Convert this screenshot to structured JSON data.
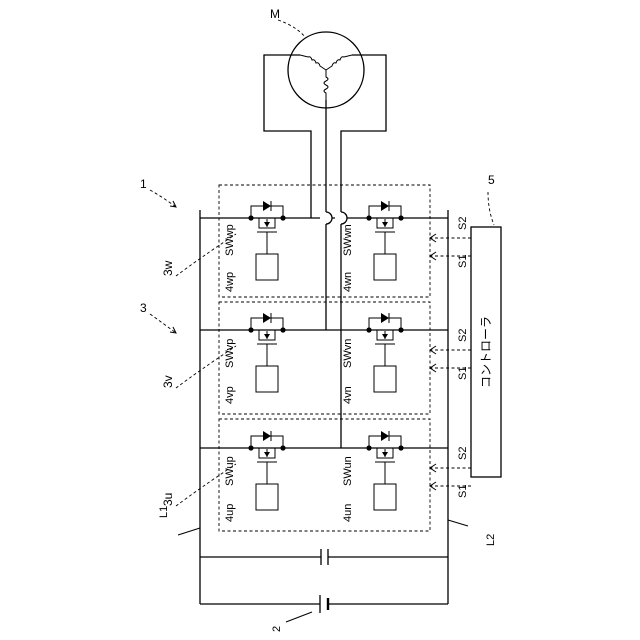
{
  "diagram": {
    "labels": {
      "motor": "M",
      "inverter_device": "1",
      "inverter_circuit": "3",
      "controller_ref": "5",
      "battery": "2",
      "line_pos": "L1",
      "line_neg": "L2",
      "controller_text": "コントローラ"
    },
    "legs": [
      {
        "ref": "3w",
        "upper": {
          "switch": "SWwp",
          "driver": "4wp"
        },
        "lower": {
          "switch": "SWwn",
          "driver": "4wn"
        },
        "signals": [
          "S2",
          "S1"
        ]
      },
      {
        "ref": "3v",
        "upper": {
          "switch": "SWvp",
          "driver": "4vp"
        },
        "lower": {
          "switch": "SWvn",
          "driver": "4vn"
        },
        "signals": [
          "S2",
          "S1"
        ]
      },
      {
        "ref": "3u",
        "upper": {
          "switch": "SWup",
          "driver": "4up"
        },
        "lower": {
          "switch": "SWun",
          "driver": "4un"
        },
        "signals": [
          "S2",
          "S1"
        ]
      }
    ]
  }
}
